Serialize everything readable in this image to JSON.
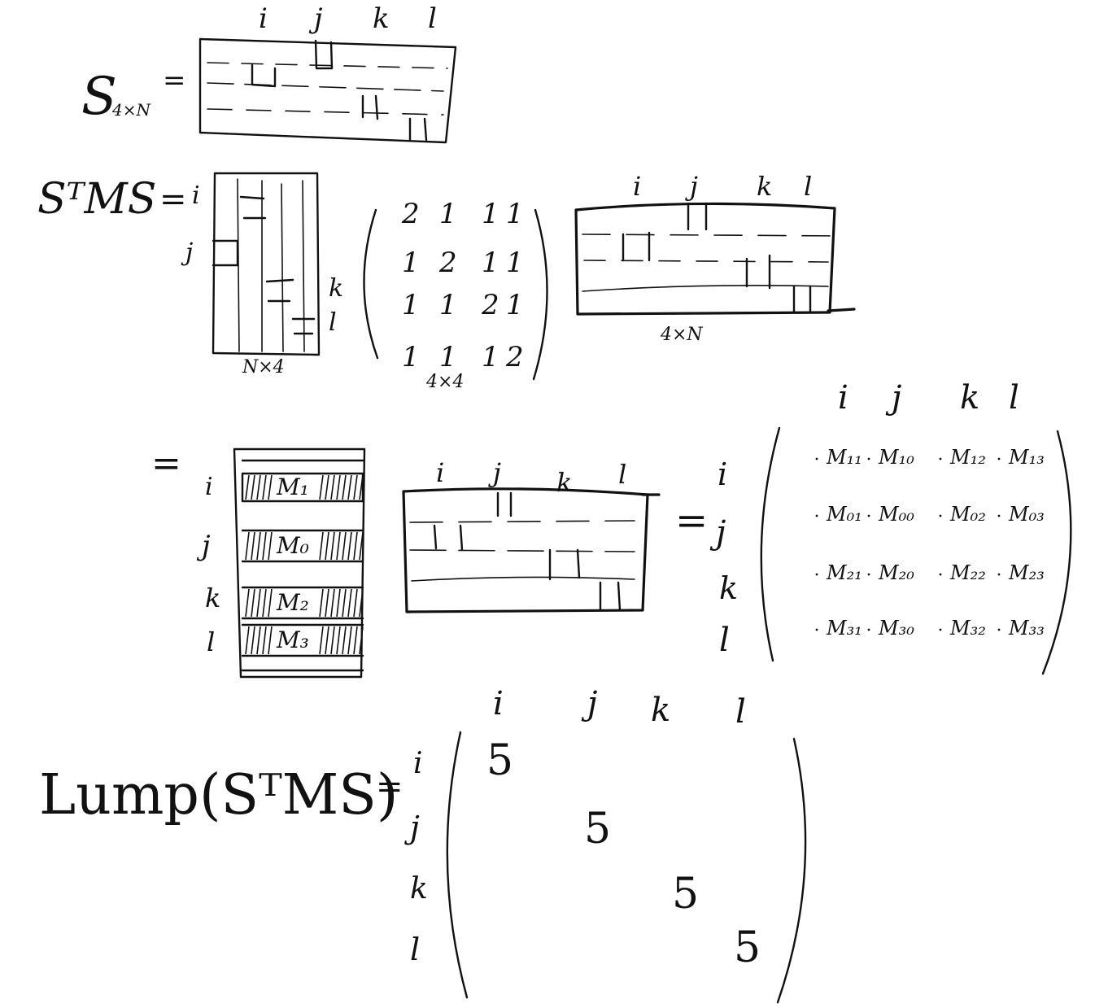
{
  "idx": {
    "i": "i",
    "j": "j",
    "k": "k",
    "l": "l"
  },
  "eq1": {
    "lhs_S": "S",
    "lhs_sub": "4×N",
    "equals": "="
  },
  "eq2": {
    "lhs": "SᵀMS",
    "equals": "=",
    "label_nx4": "N×4",
    "label_4x4": "4×4",
    "label_4xn": "4×N",
    "matrix": [
      [
        "2",
        "1",
        "1",
        "1"
      ],
      [
        "1",
        "2",
        "1",
        "1"
      ],
      [
        "1",
        "1",
        "2",
        "1"
      ],
      [
        "1",
        "1",
        "1",
        "2"
      ]
    ]
  },
  "eq3": {
    "equals": "=",
    "rows": [
      "M₁",
      "M₀",
      "M₂",
      "M₃"
    ],
    "equals2": "=",
    "result": [
      [
        "M₁₁",
        "M₁₀",
        "M₁₂",
        "M₁₃"
      ],
      [
        "M₀₁",
        "M₀₀",
        "M₀₂",
        "M₀₃"
      ],
      [
        "M₂₁",
        "M₂₀",
        "M₂₂",
        "M₂₃"
      ],
      [
        "M₃₁",
        "M₃₀",
        "M₃₂",
        "M₃₃"
      ]
    ]
  },
  "eq4": {
    "lhs": "Lump(SᵀMS)",
    "equals": "=",
    "diag": [
      "5",
      "5",
      "5",
      "5"
    ]
  }
}
